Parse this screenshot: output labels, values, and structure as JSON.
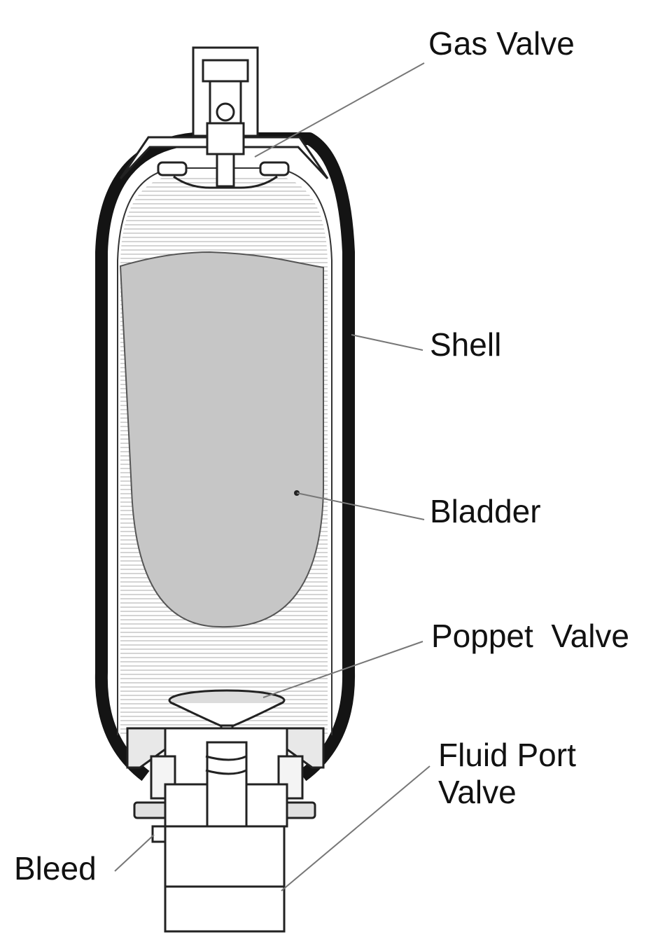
{
  "labels": {
    "gas_valve": "Gas Valve",
    "shell": "Shell",
    "bladder": "Bladder",
    "poppet_valve": "Poppet  Valve",
    "fluid_port_line1": "Fluid Port",
    "fluid_port_line2": "Valve",
    "bleed": "Bleed"
  },
  "colors": {
    "shell": "#141414",
    "bladder_fill": "#c6c6c6",
    "fluid_lines": "#9a9a9a",
    "leader_lines": "#777777",
    "text": "#111111"
  }
}
